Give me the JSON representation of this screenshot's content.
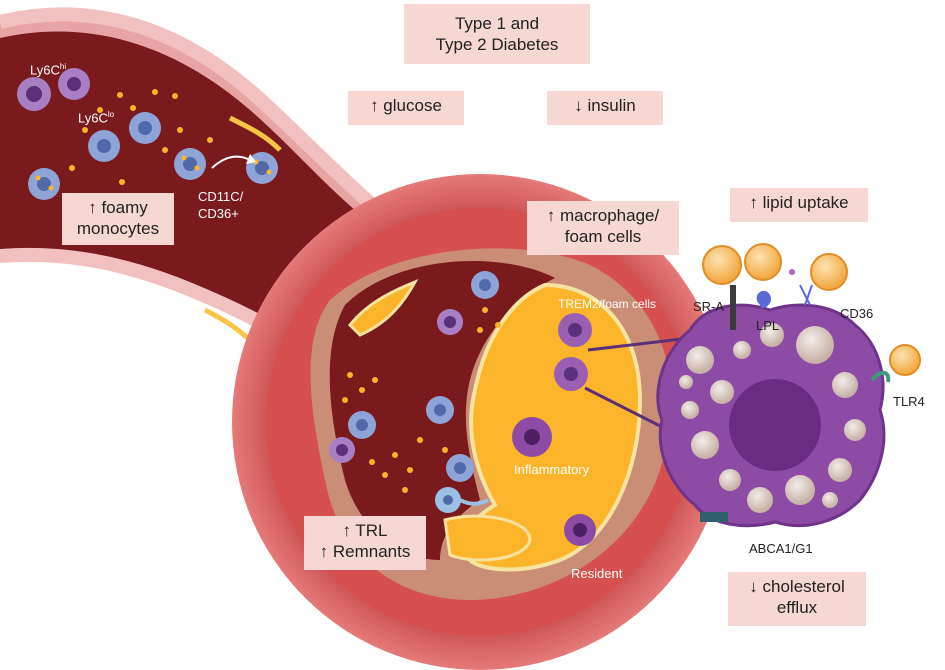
{
  "title": {
    "line1": "Type 1 and",
    "line2": "Type 2 Diabetes"
  },
  "effects": {
    "glucose": "↑ glucose",
    "insulin": "↓ insulin",
    "foamy_monocytes": {
      "line1": "↑ foamy",
      "line2": "monocytes"
    },
    "macrophage_foam": {
      "line1": "↑ macrophage/",
      "line2": "foam cells"
    },
    "lipid_uptake": "↑ lipid uptake",
    "trl": {
      "line1": "↑ TRL",
      "line2": "↑ Remnants"
    },
    "cholesterol_efflux": {
      "line1": "↓ cholesterol",
      "line2": "efflux"
    }
  },
  "labels": {
    "ly6c_hi": {
      "base": "Ly6C",
      "sup": "hi"
    },
    "ly6c_lo": {
      "base": "Ly6C",
      "sup": "lo"
    },
    "cd11c": {
      "line1": "CD11C/",
      "line2": "CD36+"
    },
    "trem2": "TREM2/foam cells",
    "inflammatory": "Inflammatory",
    "resident": "Resident",
    "sra": "SR-A",
    "lpl": "LPL",
    "cd36": "CD36",
    "tlr4": "TLR4",
    "abca1": "ABCA1/G1"
  },
  "colors": {
    "vessel_wall": "#d9585a",
    "vessel_lumen": "#7a1a1d",
    "plaque_core": "#fcb52a",
    "foam_cell": "#8e4ba6",
    "monocyte": "#8fa4d6",
    "label_box": "#f6d7d4"
  }
}
